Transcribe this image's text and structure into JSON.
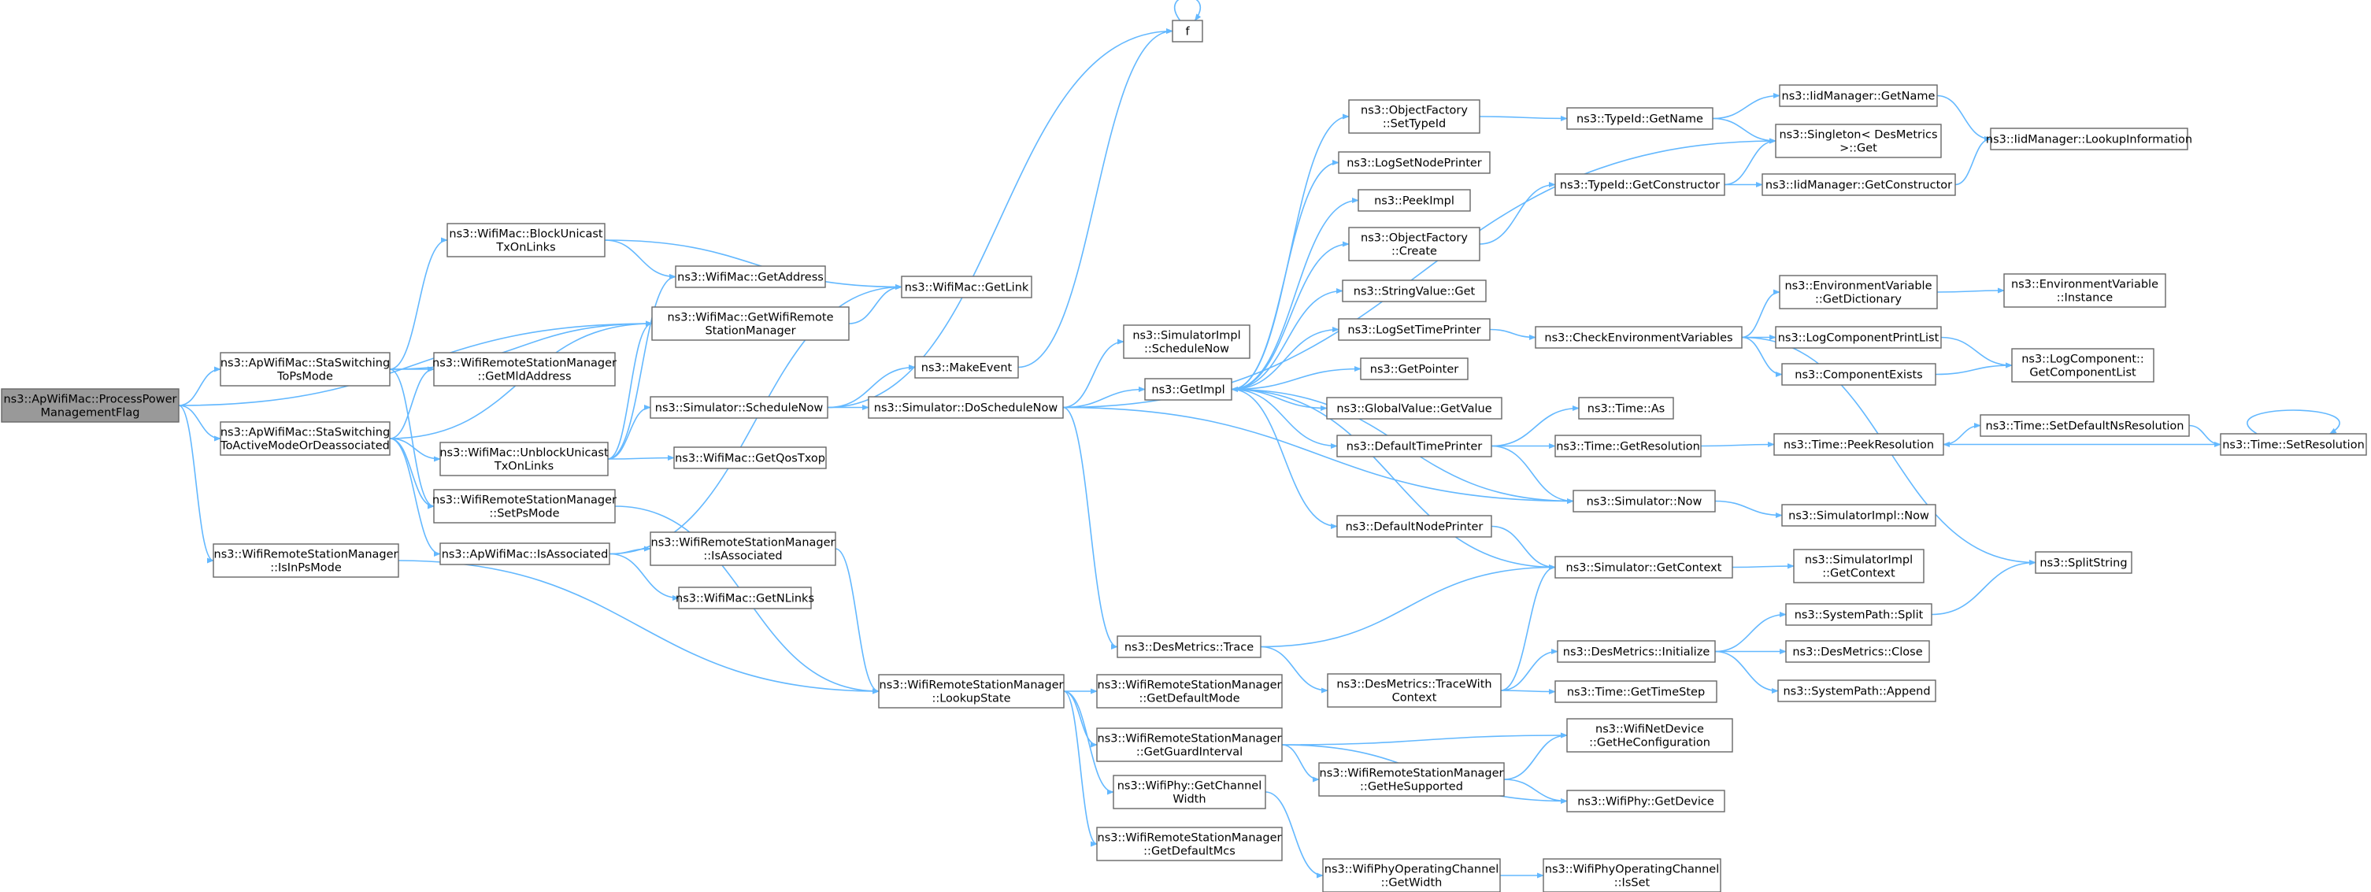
{
  "colors": {
    "edge": "#63b8ff",
    "node_border": "#666666",
    "root_fill": "#999999",
    "node_fill": "#ffffff"
  },
  "nodes": [
    {
      "id": "root",
      "lines": [
        "ns3::ApWifiMac::ProcessPower",
        "ManagementFlag"
      ],
      "root": true
    },
    {
      "id": "staps",
      "lines": [
        "ns3::ApWifiMac::StaSwitching",
        "ToPsMode"
      ]
    },
    {
      "id": "staact",
      "lines": [
        "ns3::ApWifiMac::StaSwitching",
        "ToActiveModeOrDeassociated"
      ]
    },
    {
      "id": "isinps",
      "lines": [
        "ns3::WifiRemoteStationManager",
        "::IsInPsMode"
      ]
    },
    {
      "id": "block",
      "lines": [
        "ns3::WifiMac::BlockUnicast",
        "TxOnLinks"
      ]
    },
    {
      "id": "getaddr",
      "lines": [
        "ns3::WifiMac::GetAddress"
      ]
    },
    {
      "id": "getwrsm",
      "lines": [
        "ns3::WifiMac::GetWifiRemote",
        "StationManager"
      ]
    },
    {
      "id": "getmld",
      "lines": [
        "ns3::WifiRemoteStationManager",
        "::GetMldAddress"
      ]
    },
    {
      "id": "setps",
      "lines": [
        "ns3::WifiRemoteStationManager",
        "::SetPsMode"
      ]
    },
    {
      "id": "unblock",
      "lines": [
        "ns3::WifiMac::UnblockUnicast",
        "TxOnLinks"
      ]
    },
    {
      "id": "isassoc",
      "lines": [
        "ns3::ApWifiMac::IsAssociated"
      ]
    },
    {
      "id": "getlink",
      "lines": [
        "ns3::WifiMac::GetLink"
      ]
    },
    {
      "id": "schednow",
      "lines": [
        "ns3::Simulator::ScheduleNow"
      ]
    },
    {
      "id": "getqos",
      "lines": [
        "ns3::WifiMac::GetQosTxop"
      ]
    },
    {
      "id": "wrsmassoc",
      "lines": [
        "ns3::WifiRemoteStationManager",
        "::IsAssociated"
      ]
    },
    {
      "id": "getnlinks",
      "lines": [
        "ns3::WifiMac::GetNLinks"
      ]
    },
    {
      "id": "lookup",
      "lines": [
        "ns3::WifiRemoteStationManager",
        "::LookupState"
      ]
    },
    {
      "id": "makeevent",
      "lines": [
        "ns3::MakeEvent"
      ]
    },
    {
      "id": "doschednow",
      "lines": [
        "ns3::Simulator::DoScheduleNow"
      ]
    },
    {
      "id": "f",
      "lines": [
        "f"
      ]
    },
    {
      "id": "simimplsched",
      "lines": [
        "ns3::SimulatorImpl",
        "::ScheduleNow"
      ]
    },
    {
      "id": "getdefmode",
      "lines": [
        "ns3::WifiRemoteStationManager",
        "::GetDefaultMode"
      ]
    },
    {
      "id": "getguard",
      "lines": [
        "ns3::WifiRemoteStationManager",
        "::GetGuardInterval"
      ]
    },
    {
      "id": "getchanw",
      "lines": [
        "ns3::WifiPhy::GetChannel",
        "Width"
      ]
    },
    {
      "id": "getdefmcs",
      "lines": [
        "ns3::WifiRemoteStationManager",
        "::GetDefaultMcs"
      ]
    },
    {
      "id": "destrace",
      "lines": [
        "ns3::DesMetrics::Trace"
      ]
    },
    {
      "id": "getimpl",
      "lines": [
        "ns3::GetImpl"
      ]
    },
    {
      "id": "objfacset",
      "lines": [
        "ns3::ObjectFactory",
        "::SetTypeId"
      ]
    },
    {
      "id": "lognode",
      "lines": [
        "ns3::LogSetNodePrinter"
      ]
    },
    {
      "id": "peekimpl",
      "lines": [
        "ns3::PeekImpl"
      ]
    },
    {
      "id": "objfaccreate",
      "lines": [
        "ns3::ObjectFactory",
        "::Create"
      ]
    },
    {
      "id": "strval",
      "lines": [
        "ns3::StringValue::Get"
      ]
    },
    {
      "id": "logtime",
      "lines": [
        "ns3::LogSetTimePrinter"
      ]
    },
    {
      "id": "getptr",
      "lines": [
        "ns3::GetPointer"
      ]
    },
    {
      "id": "globval",
      "lines": [
        "ns3::GlobalValue::GetValue"
      ]
    },
    {
      "id": "deftime",
      "lines": [
        "ns3::DefaultTimePrinter"
      ]
    },
    {
      "id": "defnode",
      "lines": [
        "ns3::DefaultNodePrinter"
      ]
    },
    {
      "id": "tracewith",
      "lines": [
        "ns3::DesMetrics::TraceWith",
        "Context"
      ]
    },
    {
      "id": "hesupp",
      "lines": [
        "ns3::WifiRemoteStationManager",
        "::GetHeSupported"
      ]
    },
    {
      "id": "opchanw",
      "lines": [
        "ns3::WifiPhyOperatingChannel",
        "::GetWidth"
      ]
    },
    {
      "id": "typegetname",
      "lines": [
        "ns3::TypeId::GetName"
      ]
    },
    {
      "id": "typegetctor",
      "lines": [
        "ns3::TypeId::GetConstructor"
      ]
    },
    {
      "id": "checkenv",
      "lines": [
        "ns3::CheckEnvironmentVariables"
      ]
    },
    {
      "id": "timeas",
      "lines": [
        "ns3::Time::As"
      ]
    },
    {
      "id": "timegetres",
      "lines": [
        "ns3::Time::GetResolution"
      ]
    },
    {
      "id": "simnow",
      "lines": [
        "ns3::Simulator::Now"
      ]
    },
    {
      "id": "simgetctx",
      "lines": [
        "ns3::Simulator::GetContext"
      ]
    },
    {
      "id": "desinit",
      "lines": [
        "ns3::DesMetrics::Initialize"
      ]
    },
    {
      "id": "timestep",
      "lines": [
        "ns3::Time::GetTimeStep"
      ]
    },
    {
      "id": "getheconf",
      "lines": [
        "ns3::WifiNetDevice",
        "::GetHeConfiguration"
      ]
    },
    {
      "id": "phygetdev",
      "lines": [
        "ns3::WifiPhy::GetDevice"
      ]
    },
    {
      "id": "opchanset",
      "lines": [
        "ns3::WifiPhyOperatingChannel",
        "::IsSet"
      ]
    },
    {
      "id": "iidgetname",
      "lines": [
        "ns3::IidManager::GetName"
      ]
    },
    {
      "id": "singleton",
      "lines": [
        "ns3::Singleton< DesMetrics",
        " >::Get"
      ]
    },
    {
      "id": "iidgetctor",
      "lines": [
        "ns3::IidManager::GetConstructor"
      ]
    },
    {
      "id": "envdict",
      "lines": [
        "ns3::EnvironmentVariable",
        "::GetDictionary"
      ]
    },
    {
      "id": "logprint",
      "lines": [
        "ns3::LogComponentPrintList"
      ]
    },
    {
      "id": "compexists",
      "lines": [
        "ns3::ComponentExists"
      ]
    },
    {
      "id": "peekres",
      "lines": [
        "ns3::Time::PeekResolution"
      ]
    },
    {
      "id": "simimplnow",
      "lines": [
        "ns3::SimulatorImpl::Now"
      ]
    },
    {
      "id": "simimplctx",
      "lines": [
        "ns3::SimulatorImpl",
        "::GetContext"
      ]
    },
    {
      "id": "syssplit",
      "lines": [
        "ns3::SystemPath::Split"
      ]
    },
    {
      "id": "desclose",
      "lines": [
        "ns3::DesMetrics::Close"
      ]
    },
    {
      "id": "sysappend",
      "lines": [
        "ns3::SystemPath::Append"
      ]
    },
    {
      "id": "iidlookup",
      "lines": [
        "ns3::IidManager::LookupInformation"
      ]
    },
    {
      "id": "envinst",
      "lines": [
        "ns3::EnvironmentVariable",
        "::Instance"
      ]
    },
    {
      "id": "logcomplist",
      "lines": [
        "ns3::LogComponent::",
        "GetComponentList"
      ]
    },
    {
      "id": "setdefns",
      "lines": [
        "ns3::Time::SetDefaultNsResolution"
      ]
    },
    {
      "id": "splitstr",
      "lines": [
        "ns3::SplitString"
      ]
    },
    {
      "id": "setres",
      "lines": [
        "ns3::Time::SetResolution"
      ]
    }
  ],
  "edges": [
    [
      "root",
      "staps"
    ],
    [
      "root",
      "staact"
    ],
    [
      "root",
      "isinps"
    ],
    [
      "root",
      "getwrsm"
    ],
    [
      "staps",
      "block"
    ],
    [
      "staps",
      "getwrsm"
    ],
    [
      "staps",
      "getmld"
    ],
    [
      "staps",
      "setps"
    ],
    [
      "staact",
      "getwrsm"
    ],
    [
      "staact",
      "getmld"
    ],
    [
      "staact",
      "setps"
    ],
    [
      "staact",
      "unblock"
    ],
    [
      "staact",
      "isassoc"
    ],
    [
      "isinps",
      "lookup"
    ],
    [
      "block",
      "getaddr"
    ],
    [
      "block",
      "getlink"
    ],
    [
      "getwrsm",
      "getlink"
    ],
    [
      "setps",
      "lookup"
    ],
    [
      "unblock",
      "getaddr"
    ],
    [
      "unblock",
      "getwrsm"
    ],
    [
      "unblock",
      "schednow"
    ],
    [
      "unblock",
      "getqos"
    ],
    [
      "isassoc",
      "getlink"
    ],
    [
      "isassoc",
      "wrsmassoc"
    ],
    [
      "isassoc",
      "getnlinks"
    ],
    [
      "schednow",
      "makeevent"
    ],
    [
      "schednow",
      "doschednow"
    ],
    [
      "schednow",
      "f"
    ],
    [
      "wrsmassoc",
      "lookup"
    ],
    [
      "lookup",
      "getdefmode"
    ],
    [
      "lookup",
      "getguard"
    ],
    [
      "lookup",
      "getchanw"
    ],
    [
      "lookup",
      "getdefmcs"
    ],
    [
      "makeevent",
      "f"
    ],
    [
      "doschednow",
      "simimplsched"
    ],
    [
      "doschednow",
      "getimpl"
    ],
    [
      "doschednow",
      "destrace"
    ],
    [
      "doschednow",
      "simnow"
    ],
    [
      "doschednow",
      "singleton"
    ],
    [
      "f",
      "f"
    ],
    [
      "getguard",
      "hesupp"
    ],
    [
      "getguard",
      "getheconf"
    ],
    [
      "getguard",
      "phygetdev"
    ],
    [
      "getchanw",
      "opchanw"
    ],
    [
      "destrace",
      "simgetctx"
    ],
    [
      "destrace",
      "tracewith"
    ],
    [
      "getimpl",
      "objfacset"
    ],
    [
      "getimpl",
      "lognode"
    ],
    [
      "getimpl",
      "peekimpl"
    ],
    [
      "getimpl",
      "objfaccreate"
    ],
    [
      "getimpl",
      "strval"
    ],
    [
      "getimpl",
      "logtime"
    ],
    [
      "getimpl",
      "getptr"
    ],
    [
      "getimpl",
      "globval"
    ],
    [
      "getimpl",
      "deftime"
    ],
    [
      "getimpl",
      "defnode"
    ],
    [
      "objfacset",
      "typegetname"
    ],
    [
      "objfaccreate",
      "typegetctor"
    ],
    [
      "logtime",
      "checkenv"
    ],
    [
      "deftime",
      "timeas"
    ],
    [
      "deftime",
      "timegetres"
    ],
    [
      "deftime",
      "simnow"
    ],
    [
      "defnode",
      "simgetctx"
    ],
    [
      "tracewith",
      "simgetctx"
    ],
    [
      "tracewith",
      "desinit"
    ],
    [
      "tracewith",
      "timestep"
    ],
    [
      "hesupp",
      "getheconf"
    ],
    [
      "hesupp",
      "phygetdev"
    ],
    [
      "opchanw",
      "opchanset"
    ],
    [
      "typegetname",
      "iidgetname"
    ],
    [
      "typegetname",
      "singleton"
    ],
    [
      "typegetctor",
      "singleton"
    ],
    [
      "typegetctor",
      "iidgetctor"
    ],
    [
      "checkenv",
      "envdict"
    ],
    [
      "checkenv",
      "logprint"
    ],
    [
      "checkenv",
      "compexists"
    ],
    [
      "checkenv",
      "splitstr"
    ],
    [
      "timegetres",
      "peekres"
    ],
    [
      "simnow",
      "getimpl"
    ],
    [
      "simnow",
      "simimplnow"
    ],
    [
      "simgetctx",
      "getimpl"
    ],
    [
      "simgetctx",
      "simimplctx"
    ],
    [
      "desinit",
      "syssplit"
    ],
    [
      "desinit",
      "desclose"
    ],
    [
      "desinit",
      "sysappend"
    ],
    [
      "iidgetname",
      "iidlookup"
    ],
    [
      "iidgetctor",
      "iidlookup"
    ],
    [
      "envdict",
      "envinst"
    ],
    [
      "logprint",
      "logcomplist"
    ],
    [
      "compexists",
      "logcomplist"
    ],
    [
      "peekres",
      "setdefns"
    ],
    [
      "setdefns",
      "setres"
    ],
    [
      "setres",
      "peekres"
    ],
    [
      "setres",
      "setres"
    ],
    [
      "syssplit",
      "splitstr"
    ]
  ]
}
